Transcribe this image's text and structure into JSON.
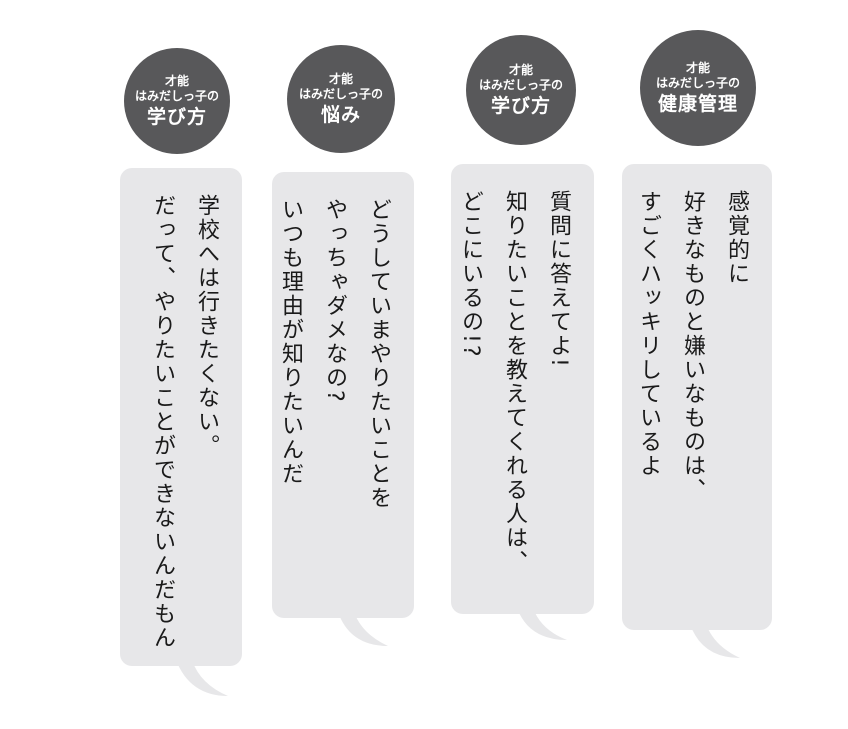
{
  "cards": [
    {
      "badge": {
        "line1": "才能",
        "line2": "はみだしっ子の",
        "line3": "学び方"
      },
      "lines": [
        "学校へは行きたくない。",
        "だって、やりたいことができないんだもん"
      ]
    },
    {
      "badge": {
        "line1": "才能",
        "line2": "はみだしっ子の",
        "line3": "悩み"
      },
      "lines": [
        "どうしていまやりたいことを",
        "やっちゃダメなの?",
        "いつも理由が知りたいんだ"
      ]
    },
    {
      "badge": {
        "line1": "才能",
        "line2": "はみだしっ子の",
        "line3": "学び方"
      },
      "lines": [
        "質問に答えてよ!",
        "知りたいことを教えてくれる人は、",
        "どこにいるの!?"
      ]
    },
    {
      "badge": {
        "line1": "才能",
        "line2": "はみだしっ子の",
        "line3": "健康管理"
      },
      "lines": [
        "感覚的に",
        "好きなものと嫌いなものは、",
        "すごくハッキリしているよ"
      ]
    }
  ],
  "colors": {
    "badge": "#58585a",
    "bubble": "#e7e7e9",
    "text": "#1a1a1a"
  }
}
